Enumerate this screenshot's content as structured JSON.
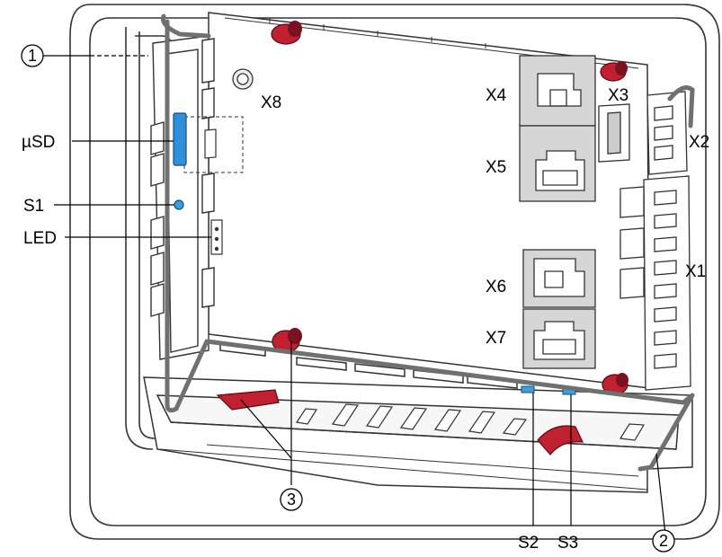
{
  "diagram": {
    "connectors": {
      "x1": "X1",
      "x2": "X2",
      "x3": "X3",
      "x4": "X4",
      "x5": "X5",
      "x6": "X6",
      "x7": "X7",
      "x8": "X8"
    },
    "components": {
      "usd": "µSD",
      "s1": "S1",
      "led": "LED",
      "s2": "S2",
      "s3": "S3"
    },
    "callouts": {
      "c1": "1",
      "c2": "2",
      "c3": "3"
    },
    "colors": {
      "outline": "#333333",
      "housing_fill": "#ffffff",
      "port_fill": "#d6d6d6",
      "sd_card": "#2f8fd8",
      "latch_red": "#c0202f",
      "screw_dark": "#7a1020",
      "led_blue": "#3aa0e0"
    }
  }
}
